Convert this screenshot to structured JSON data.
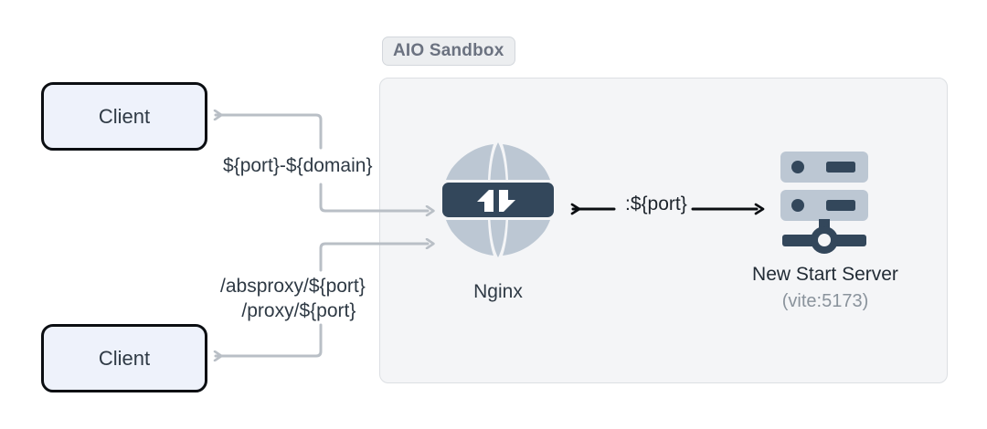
{
  "diagram": {
    "title": "AIO Sandbox proxy routing diagram",
    "sandbox": {
      "badge_label": "AIO Sandbox",
      "panel_name": "aio-sandbox-container"
    },
    "clients": [
      {
        "label": "Client",
        "position": "top"
      },
      {
        "label": "Client",
        "position": "bottom"
      }
    ],
    "edges": [
      {
        "id": "domain-route",
        "label": "${port}-${domain}",
        "from": "nginx",
        "to": "client-top",
        "color": "#b9bfc6"
      },
      {
        "id": "proxy-route",
        "label_line_1": "/absproxy/${port}",
        "label_line_2": "/proxy/${port}",
        "from": "nginx",
        "to": "client-bottom",
        "color": "#b9bfc6"
      },
      {
        "id": "nginx-server-link",
        "label": ":${port}",
        "from": "nginx",
        "to": "server",
        "color": "#0b0e12",
        "bidirectional": true
      }
    ],
    "nodes": [
      {
        "id": "nginx",
        "caption": "Nginx",
        "icon": "globe-exchange-icon",
        "icon_colors": {
          "globe": "#bcc7d3",
          "badge": "#33475b",
          "arrows": "#ffffff"
        }
      },
      {
        "id": "server",
        "caption": "New Start Server",
        "sub_caption": "(vite:5173)",
        "icon": "server-rack-icon",
        "icon_colors": {
          "rack": "#bcc7d3",
          "detail": "#33475b"
        }
      }
    ],
    "palette": {
      "canvas": "#ffffff",
      "panel_fill": "#f4f5f7",
      "panel_border": "#dcdfe3",
      "badge_fill": "#eceef0",
      "badge_text": "#6b7280",
      "client_fill": "#eef2fb",
      "client_border": "#0b0e12",
      "text": "#2f3a45",
      "muted_text": "#8a939c",
      "edge_gray": "#b9bfc6",
      "edge_black": "#0b0e12",
      "icon_light": "#bcc7d3",
      "icon_dark": "#33475b"
    }
  }
}
